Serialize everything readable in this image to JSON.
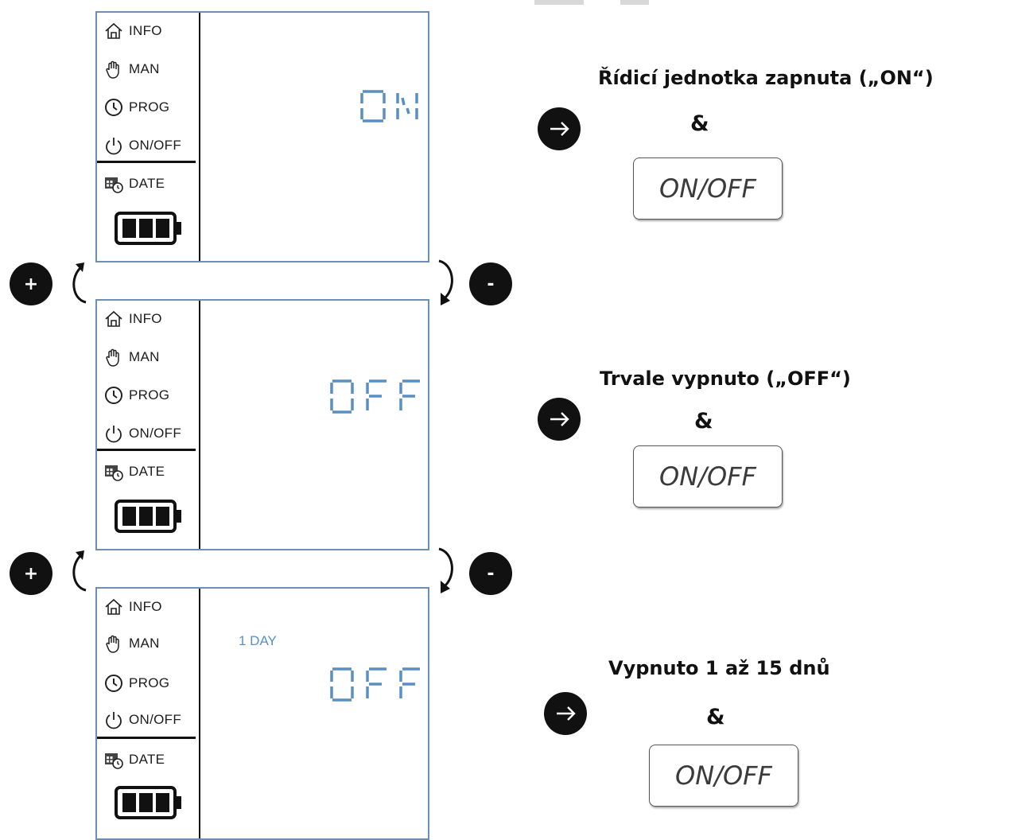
{
  "menu": {
    "info": "INFO",
    "man": "MAN",
    "prog": "PROG",
    "onoff": "ON/OFF",
    "date": "DATE"
  },
  "states": [
    {
      "display": "ON",
      "day_label": "",
      "caption": "Řídicí jednotka zapnuta („ON“)",
      "connector": "&",
      "key_label": "ON/OFF"
    },
    {
      "display": "OFF",
      "day_label": "",
      "caption": "Trvale vypnuto („OFF“)",
      "connector": "&",
      "key_label": "ON/OFF"
    },
    {
      "display": "OFF",
      "day_label": "1 DAY",
      "caption": "Vypnuto 1 až 15 dnů",
      "connector": "&",
      "key_label": "ON/OFF"
    }
  ],
  "navigation": {
    "plus": "+",
    "minus": "-"
  },
  "colors": {
    "lcd_segment": "#5a8fc4",
    "panel_border": "#6b8fb5",
    "ink": "#111111"
  },
  "icons": [
    "home-icon",
    "hand-icon",
    "clock-icon",
    "power-icon",
    "calendar-clock-icon",
    "battery-icon",
    "arrow-right-icon"
  ]
}
